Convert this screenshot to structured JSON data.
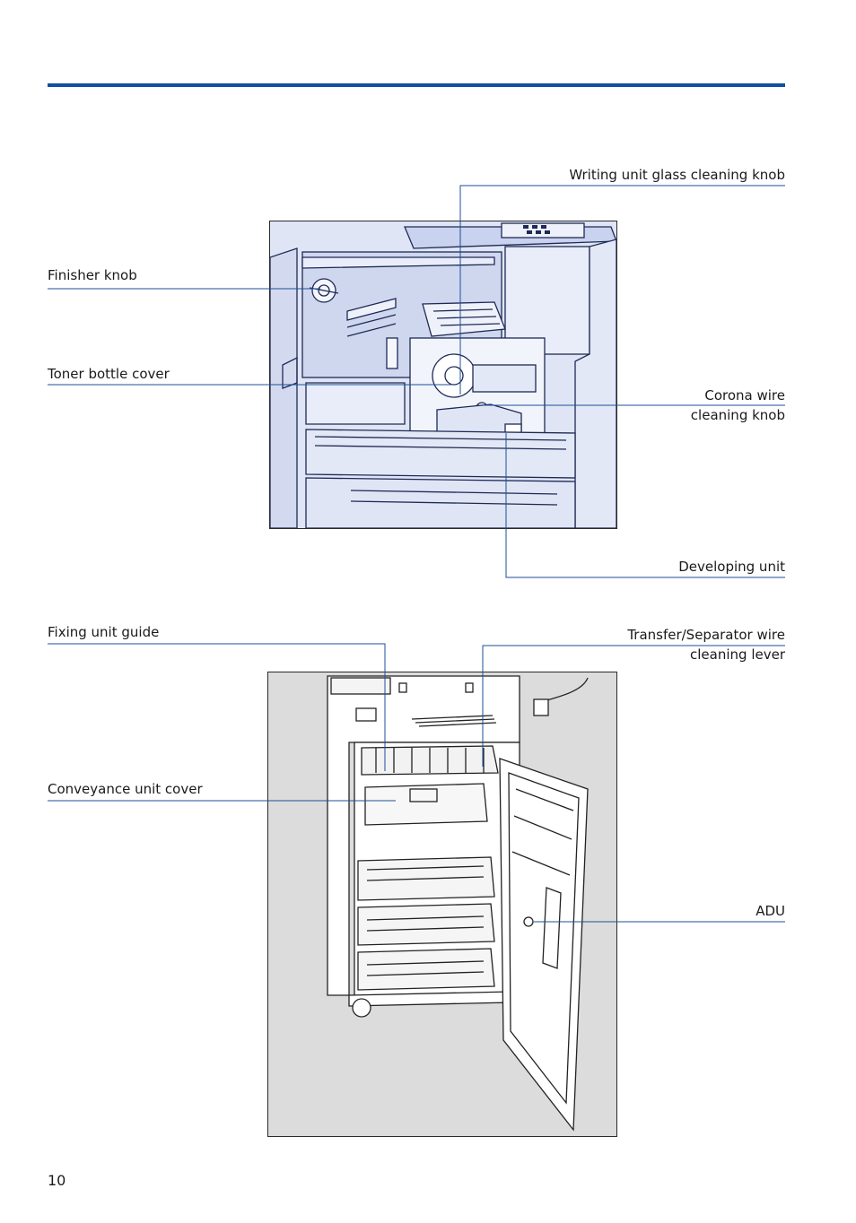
{
  "page": {
    "number": "10",
    "accent_color": "#0e4f9e"
  },
  "figure_top": {
    "labels": {
      "writing_unit": "Writing unit glass cleaning knob",
      "finisher_knob": "Finisher knob",
      "toner_cover": "Toner bottle cover",
      "corona_line1": "Corona wire",
      "corona_line2": "cleaning knob",
      "developing_unit": "Developing unit"
    }
  },
  "figure_bottom": {
    "labels": {
      "fixing_guide": "Fixing unit guide",
      "transfer_line1": "Transfer/Separator wire",
      "transfer_line2": "cleaning lever",
      "conveyance_cover": "Conveyance unit cover",
      "adu": "ADU"
    }
  }
}
